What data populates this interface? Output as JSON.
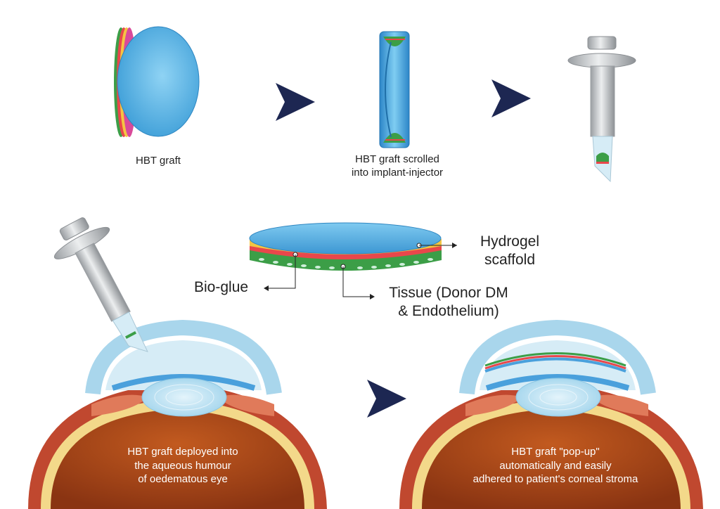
{
  "steps": [
    {
      "label_lines": [
        "HBT graft"
      ]
    },
    {
      "label_lines": [
        "HBT graft scrolled",
        "into implant-injector"
      ]
    }
  ],
  "layers": {
    "hydrogel": [
      "Hydrogel",
      "scaffold"
    ],
    "bioglue": [
      "Bio-glue"
    ],
    "tissue": [
      "Tissue (Donor DM",
      "& Endothelium)"
    ]
  },
  "eyes": {
    "left": [
      "HBT graft deployed into",
      "the aqueous humour",
      "of oedematous eye"
    ],
    "right": [
      "HBT graft \"pop-up\"",
      "automatically and easily",
      "adhered to patient's corneal stroma"
    ]
  },
  "colors": {
    "arrow": "#1d2752",
    "graft_blue": "#5ab8e8",
    "graft_green": "#3c9e47",
    "graft_red": "#e8474b",
    "graft_yellow": "#f4c542",
    "eye_brown": "#b04a1e",
    "iris_orange": "#e07a5a",
    "lens": "#bfe3f3"
  }
}
